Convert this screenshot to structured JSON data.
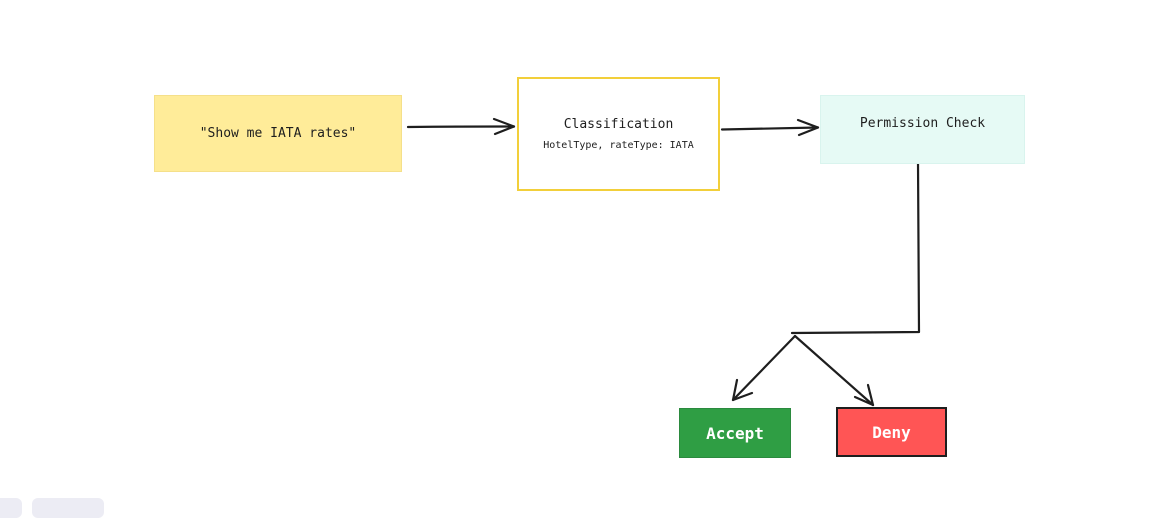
{
  "diagram": {
    "nodes": {
      "query": {
        "label": "\"Show me IATA rates\"",
        "fill": "#ffec99"
      },
      "classification": {
        "title": "Classification",
        "subtitle": "HotelType, rateType: IATA",
        "stroke": "#f2cf3a"
      },
      "permission": {
        "label": "Permission Check",
        "fill": "#e6faf5"
      },
      "accept": {
        "label": "Accept",
        "fill": "#2f9e44"
      },
      "deny": {
        "label": "Deny",
        "fill": "#ff5555"
      }
    },
    "edges": [
      {
        "from": "query",
        "to": "classification"
      },
      {
        "from": "classification",
        "to": "permission"
      },
      {
        "from": "permission",
        "to": "accept"
      },
      {
        "from": "permission",
        "to": "deny"
      }
    ]
  }
}
